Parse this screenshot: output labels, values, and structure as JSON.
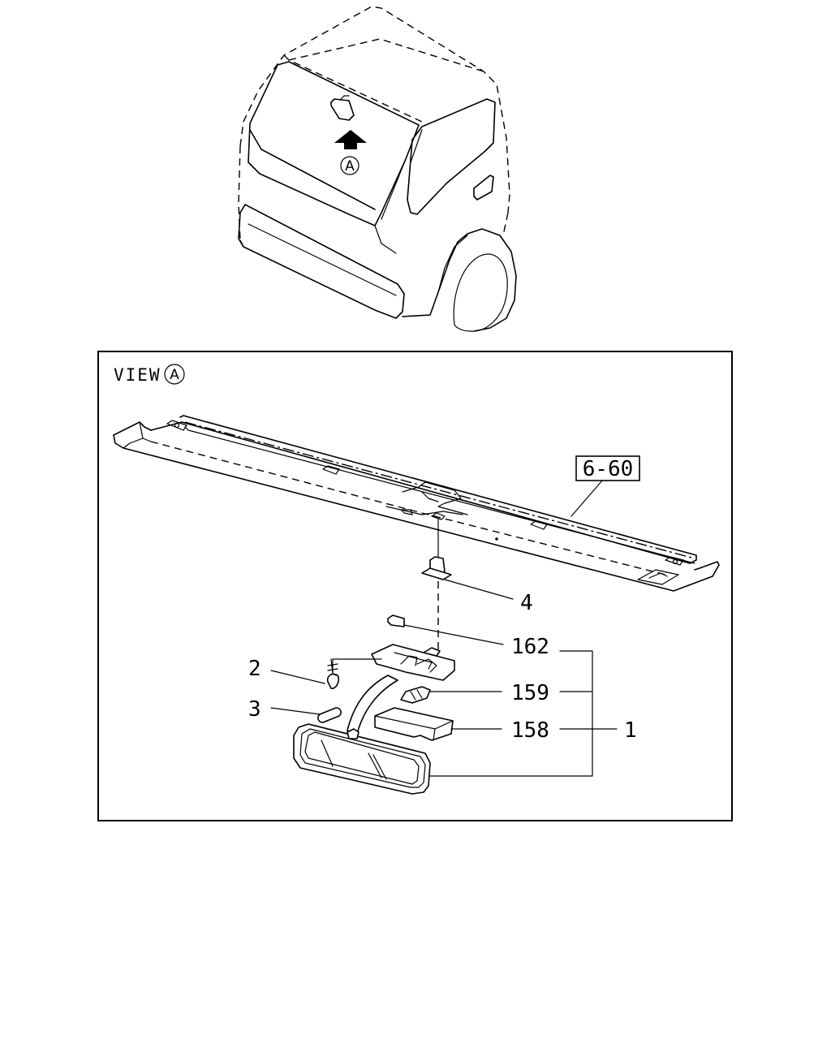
{
  "view": {
    "marker": "A",
    "caption_word": "VIEW"
  },
  "callouts": {
    "ref_box": "6-60",
    "clip": "4",
    "pad": "162",
    "screw": "2",
    "cap": "3",
    "bulb": "159",
    "lens": "158",
    "assembly": "1"
  }
}
